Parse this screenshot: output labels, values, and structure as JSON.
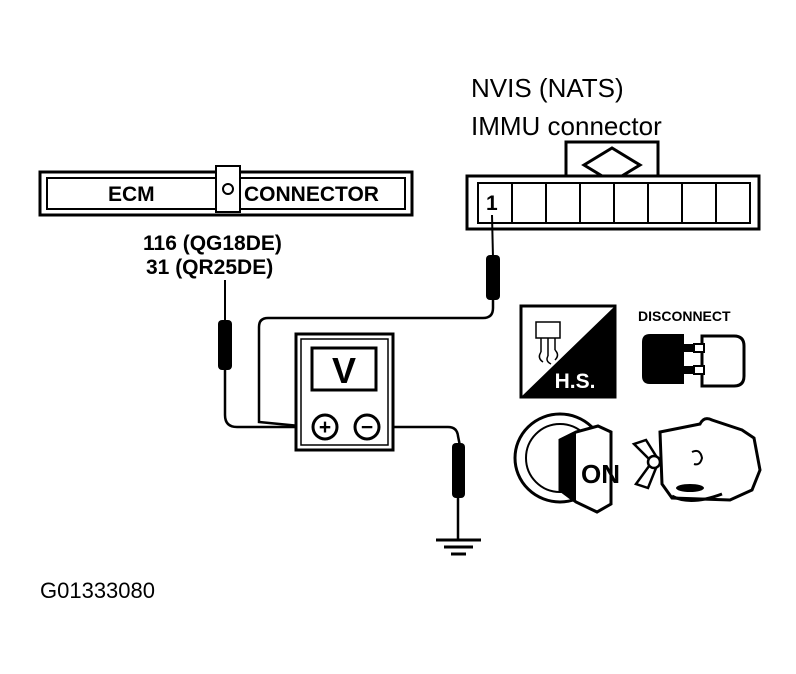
{
  "immu_connector": {
    "title_line1": "NVIS (NATS)",
    "title_line2": "IMMU connector",
    "pin_label": "1"
  },
  "ecm_connector": {
    "label_left": "ECM",
    "label_right": "CONNECTOR",
    "pin_line1": "116 (QG18DE)",
    "pin_line2": "31 (QR25DE)"
  },
  "voltmeter": {
    "display_label": "V",
    "plus_symbol": "+",
    "minus_symbol": "−"
  },
  "icons": {
    "harness_side_label": "H.S.",
    "disconnect_label": "DISCONNECT",
    "ignition_label": "ON"
  },
  "figure_code": "G01333080"
}
